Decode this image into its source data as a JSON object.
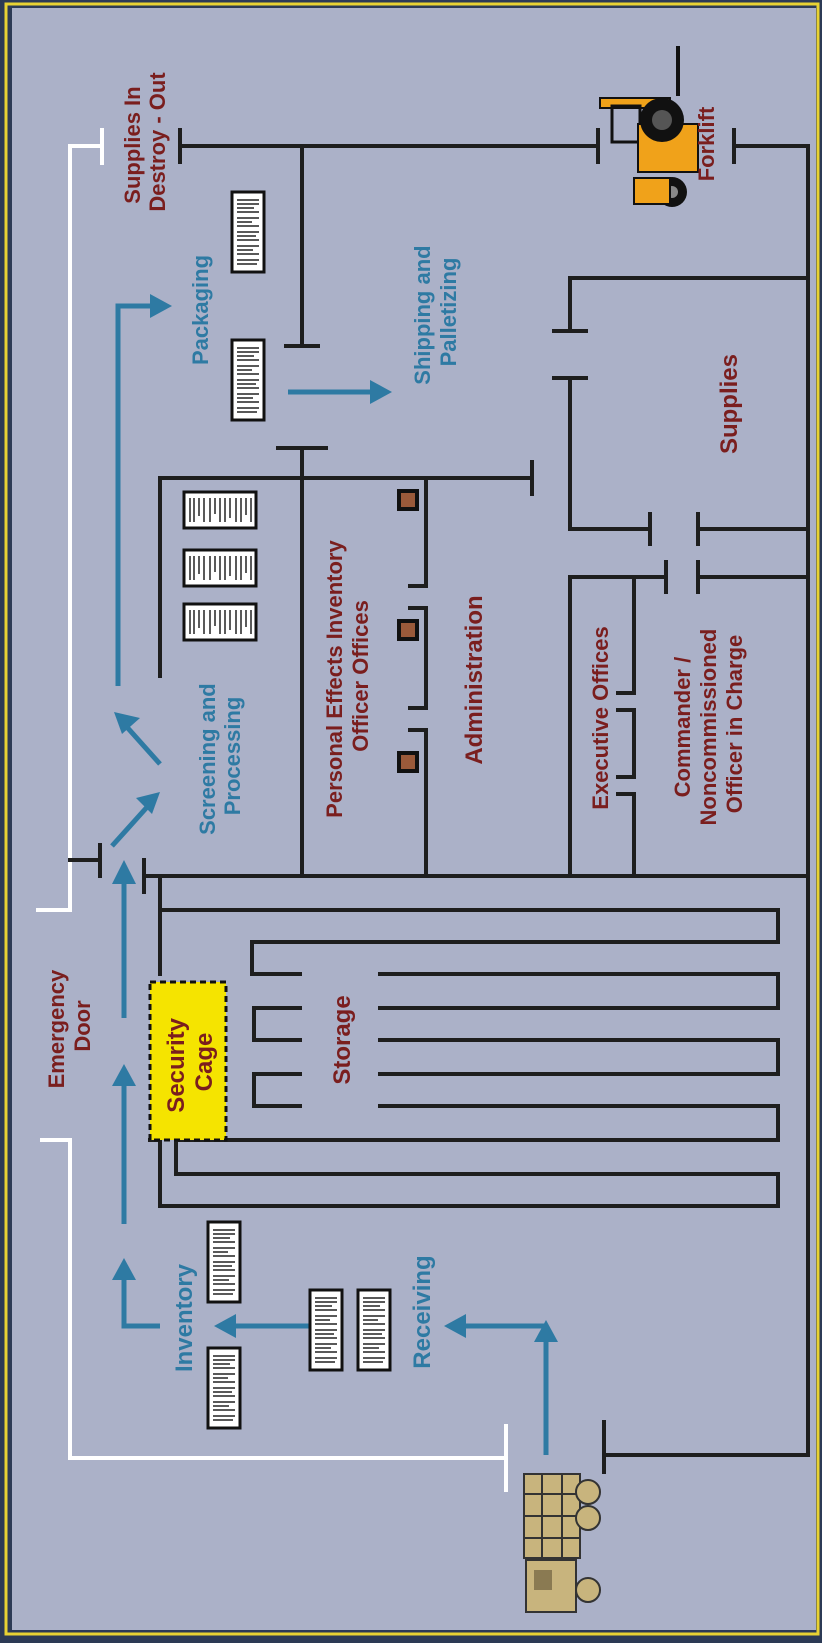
{
  "labels": {
    "emergency_door": [
      "Emergency",
      "Door"
    ],
    "supplies_in_destroy_out": [
      "Supplies In",
      "Destroy - Out"
    ],
    "packaging": "Packaging",
    "shipping_and_palletizing": [
      "Shipping and",
      "Palletizing"
    ],
    "forklift": "Forklift",
    "supplies": "Supplies",
    "screening_and_processing": [
      "Screening and",
      "Processing"
    ],
    "personal_effects_inventory": [
      "Personal Effects Inventory",
      "Officer Offices"
    ],
    "administration": "Administration",
    "executive_offices": "Executive Offices",
    "commander": [
      "Commander /",
      "Noncommissioned",
      "Officer in Charge"
    ],
    "security_cage": [
      "Security",
      "Cage"
    ],
    "storage": "Storage",
    "inventory": "Inventory",
    "receiving": "Receiving"
  },
  "colors": {
    "floor": "#abb1c8",
    "border_outer": "#2c3a55",
    "border_inner": "#e8d233",
    "zone_text": "#7a1e1e",
    "flow_text": "#2e7aa3",
    "security_cage_fill": "#f5e400",
    "forklift": "#f0a21a",
    "truck": "#c8b47d"
  },
  "icons": {
    "truck": "military-truck-icon",
    "forklift": "forklift-icon",
    "pallet": "pallet-icon",
    "desk": "desk-icon"
  }
}
